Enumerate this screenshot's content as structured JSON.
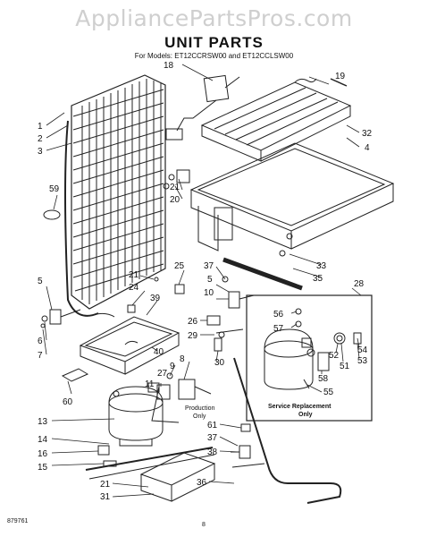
{
  "header": {
    "watermark": "AppliancePartsPros.com",
    "title": "UNIT PARTS",
    "subtitle": "For Models: ET12CCRSW00 and ET12CCLSW00"
  },
  "callouts": {
    "n1": "1",
    "n2": "2",
    "n3": "3",
    "n4": "4",
    "n5": "5",
    "n6": "6",
    "n7": "7",
    "n8": "8",
    "n9": "9",
    "n10": "10",
    "n11": "11",
    "n13": "13",
    "n14": "14",
    "n15": "15",
    "n16": "16",
    "n18": "18",
    "n19": "19",
    "n20": "20",
    "n21a": "21",
    "n21b": "21",
    "n21c": "21",
    "n24": "24",
    "n25": "25",
    "n26": "26",
    "n27": "27",
    "n28": "28",
    "n29": "29",
    "n30": "30",
    "n31": "31",
    "n32": "32",
    "n33": "33",
    "n35": "35",
    "n36": "36",
    "n37a": "37",
    "n37b": "37",
    "n38": "38",
    "n39": "39",
    "n40": "40",
    "n51": "51",
    "n52": "52",
    "n53": "53",
    "n54": "54",
    "n55": "55",
    "n56": "56",
    "n57": "57",
    "n58": "58",
    "n59": "59",
    "n60": "60",
    "n61": "61"
  },
  "notes": {
    "production_line1": "Production",
    "production_line2": "Only",
    "service_line1": "Service Replacement",
    "service_line2": "Only"
  },
  "footer": {
    "doc_code": "879761",
    "page": "8"
  }
}
